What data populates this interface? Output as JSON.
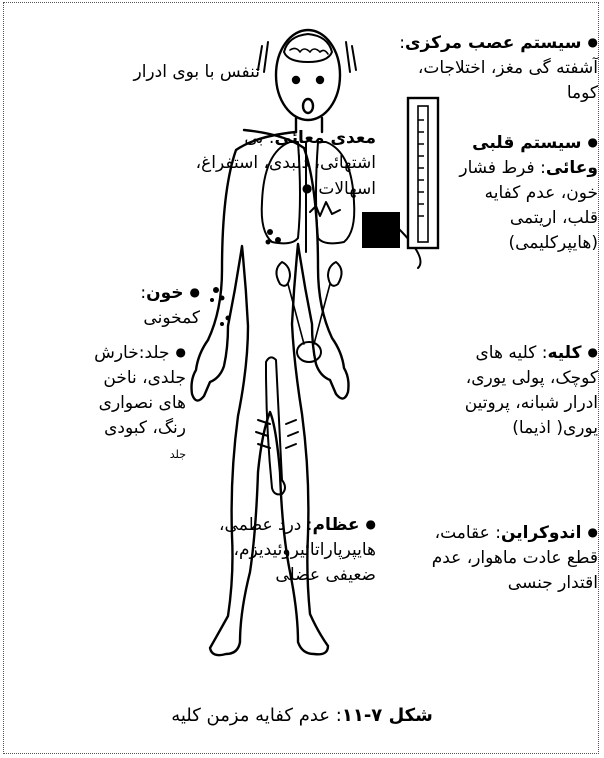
{
  "labels": {
    "breath": "تنفس با بوی ادرار",
    "cns": {
      "title": "سیستم عصب مرکزی",
      "text": "آشفته گی مغز، اختلاجات، کوما"
    },
    "cardio": {
      "title": "سیستم قلبی وعائی",
      "text": "فرط فشار خون، عدم کفایه قلب، اریتمی (هایپرکلیمی)"
    },
    "gi": {
      "title": "معدی معائی",
      "text": "بی اشتهائی، دلبدی، استفراغ، اسهالات"
    },
    "blood": {
      "title": "خون",
      "text": "کمخونی"
    },
    "skin": {
      "title": "جلد",
      "text": "خارش جلدی، ناخن های نصواری رنگ، کبودی",
      "small": "جلد"
    },
    "kidney": {
      "title": "کلیه",
      "text": "کلیه های کوچک، پولی یوری، ادرار شبانه، پروتین یوری( اذیما)"
    },
    "bone": {
      "title": "عظام",
      "text": "درد عظمی، هایپرپاراتائیروئیدیزم، ضعیفی عضلی"
    },
    "endocrine": {
      "title": "اندوکراین",
      "text": "عقامت، قطع عادت ماهوار، عدم اقتدار جنسی"
    }
  },
  "caption": {
    "label": "شکل ۷-۱۱",
    "text": ": عدم کفایه مزمن کلیه"
  }
}
